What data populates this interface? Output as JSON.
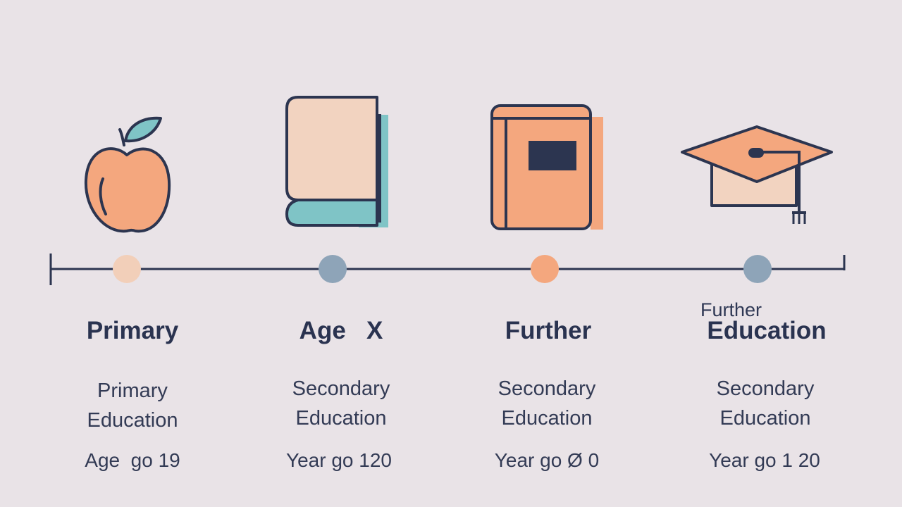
{
  "top_fragment": "’",
  "colors": {
    "background": "#e9e3e7",
    "outline": "#2c3550",
    "peach": "#f4a77e",
    "peach_light": "#f2cfb9",
    "teal": "#7fc4c6",
    "slate_dot": "#8ea4b8",
    "navy": "#2c3550"
  },
  "milestones": [
    {
      "icon": "apple-icon",
      "dot_color": "#f2cfb9",
      "heading": "Primary",
      "description_line1": "Primary",
      "description_line2": "Education",
      "year": "Age  go 19"
    },
    {
      "icon": "book-icon",
      "dot_color": "#8ea4b8",
      "heading": "Age   X",
      "description_line1": "Secondary",
      "description_line2": "Education",
      "year": "Year go 120"
    },
    {
      "icon": "binder-icon",
      "dot_color": "#f4a77e",
      "heading": "Further",
      "description_line1": "Secondary",
      "description_line2": "Education",
      "year": "Year go Ø 0"
    },
    {
      "icon": "graduation-cap-icon",
      "dot_color": "#8ea4b8",
      "subheading": "Further",
      "heading": "Education",
      "description_line1": "Secondary",
      "description_line2": "Education",
      "year": "Year go 1 20"
    }
  ]
}
